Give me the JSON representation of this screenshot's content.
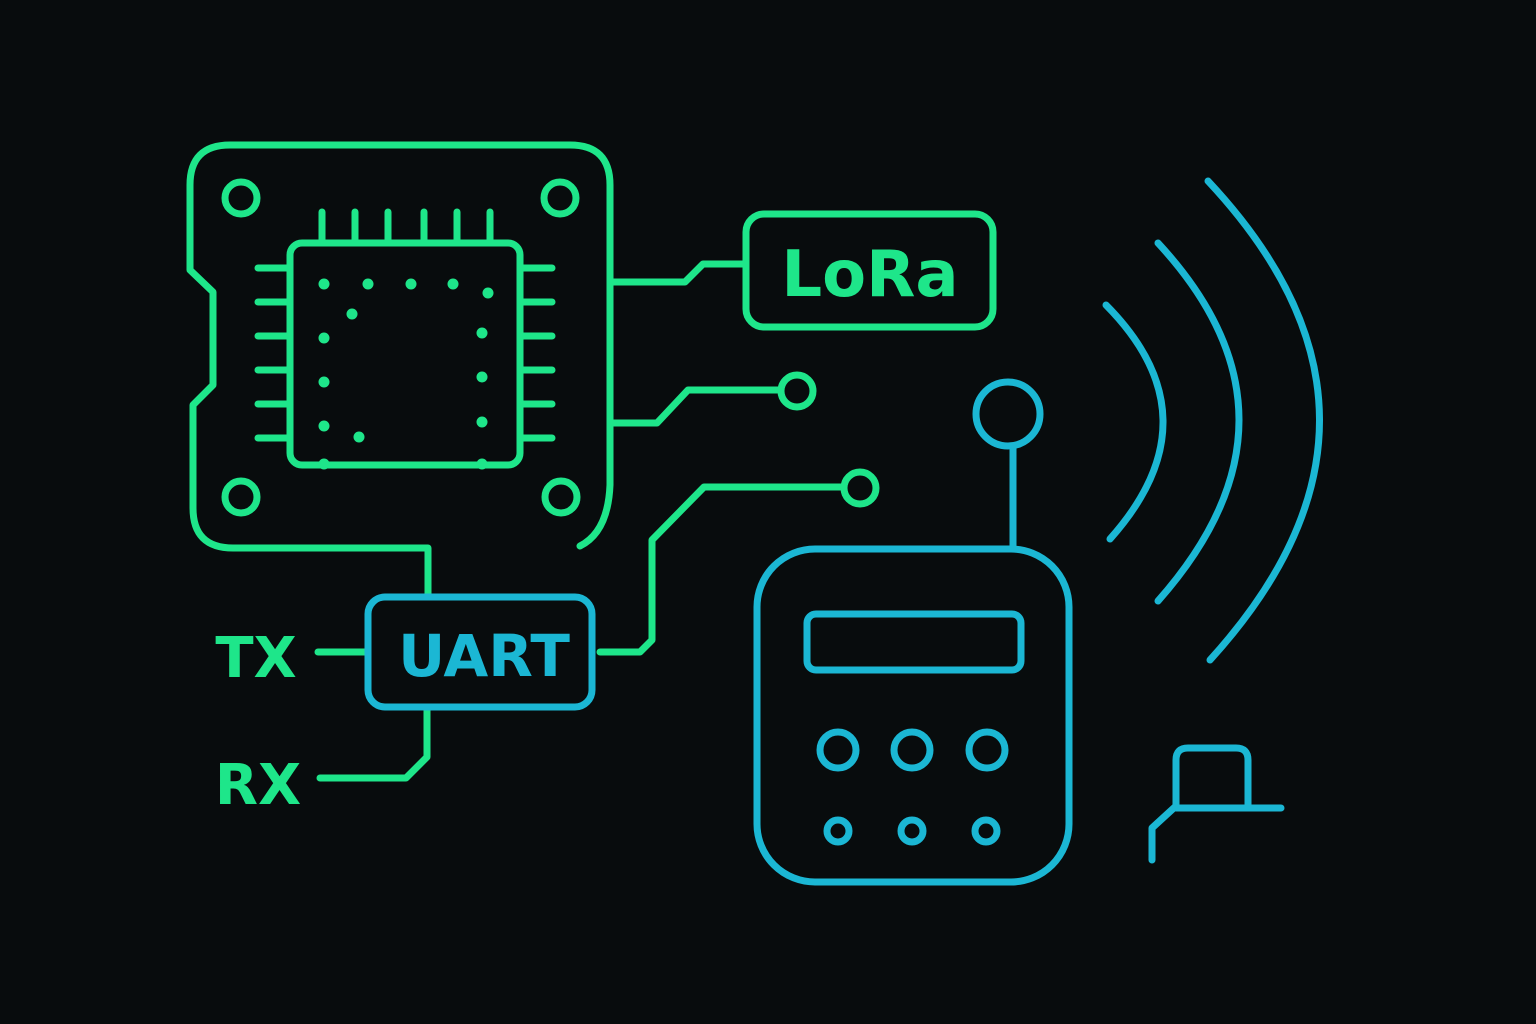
{
  "colors": {
    "background": "#080c0d",
    "green": "#1ee68a",
    "cyan": "#1bb7d4"
  },
  "labels": {
    "lora": "LoRa",
    "uart": "UART",
    "tx": "TX",
    "rx": "RX"
  },
  "icons": [
    "microcontroller-chip-icon",
    "handheld-radio-icon",
    "signal-waves-icon",
    "connector-icon"
  ]
}
